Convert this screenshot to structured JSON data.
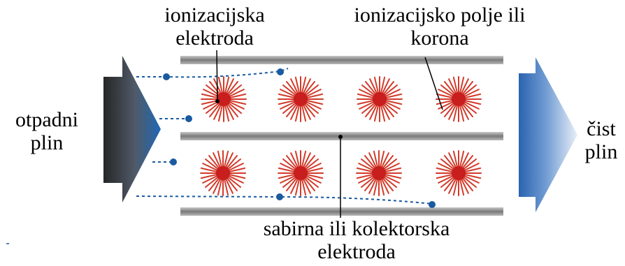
{
  "labels": {
    "ionization_electrode": [
      "ionizacijska",
      "elektroda"
    ],
    "ionization_field": [
      "ionizacijsko polje ili",
      "korona"
    ],
    "waste_gas": [
      "otpadni",
      "plin"
    ],
    "clean_gas": [
      "čist",
      "plin"
    ],
    "collector_electrode": [
      "sabirna ili kolektorska",
      "elektroda"
    ]
  },
  "colors": {
    "plate": "#9a9a9a",
    "corona_ray": "#d23a2a",
    "electrode_core": "#c81e1e",
    "particle": "#1a5aa0",
    "inlet_arrow_dark": "#2a2a2a",
    "inlet_arrow_blue": "#2a6bb5",
    "outlet_arrow_blue": "#2d67b4"
  }
}
